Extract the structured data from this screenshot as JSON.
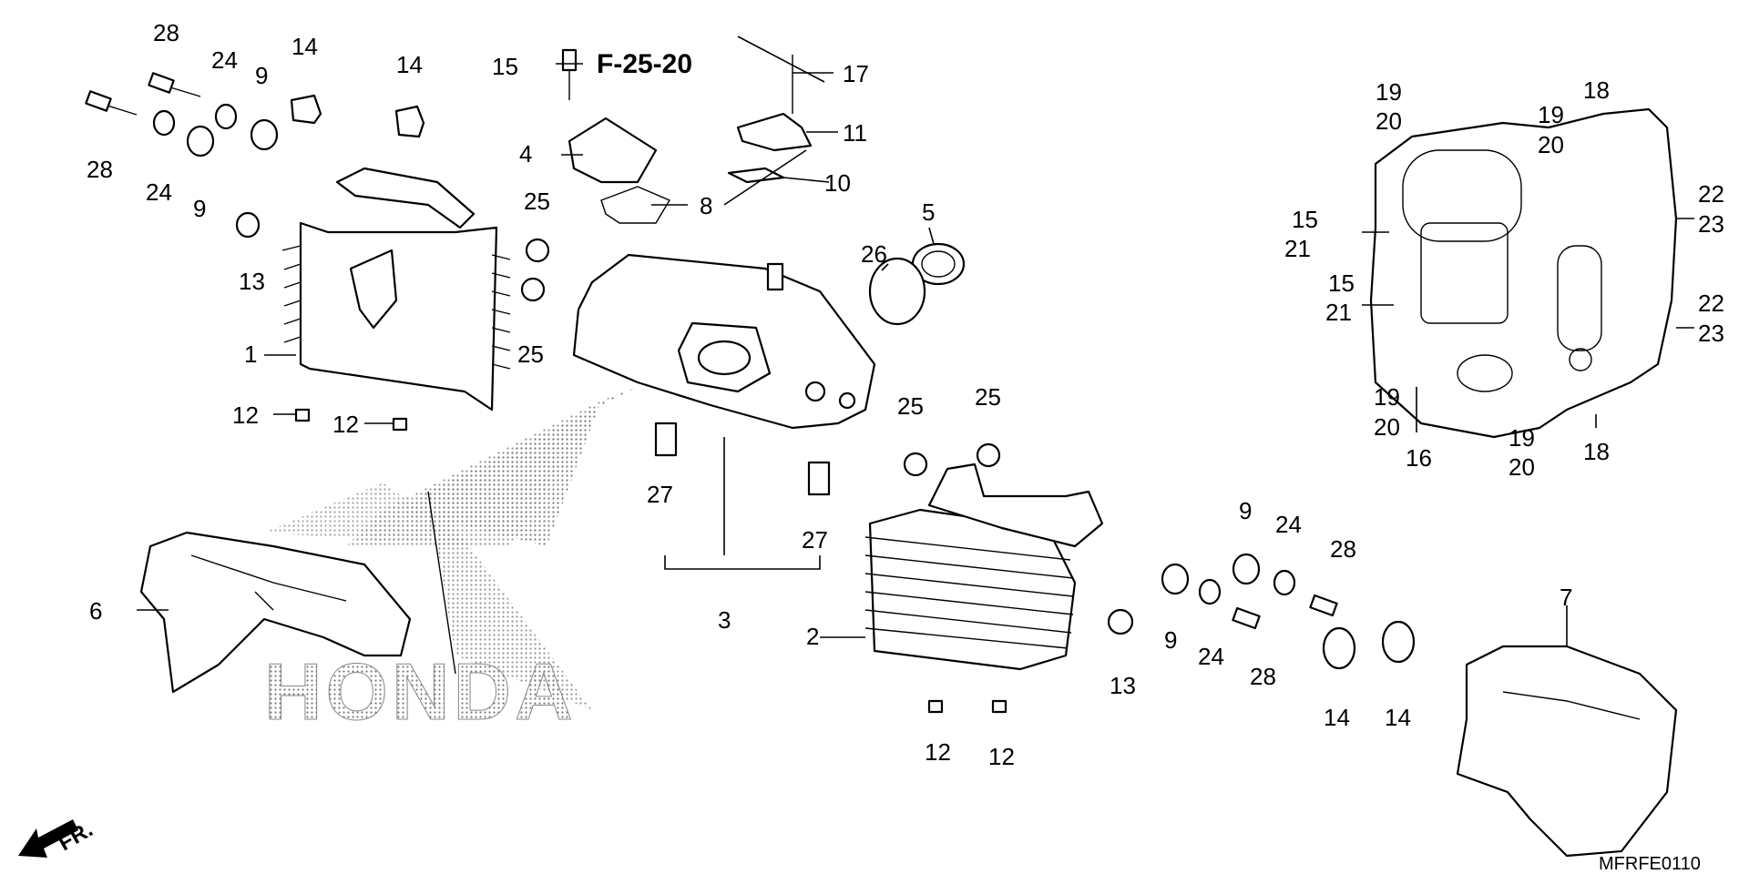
{
  "diagram": {
    "reference": "F-25-20",
    "drawing_code": "MFRFE0110",
    "direction_label": "FR.",
    "watermark": "HONDA",
    "callouts": {
      "c28a": "28",
      "c28b": "28",
      "c24a": "24",
      "c24b": "24",
      "c9a": "9",
      "c9b": "9",
      "c14a": "14",
      "c14b": "14",
      "c13a": "13",
      "c25a": "25",
      "c25b": "25",
      "c1": "1",
      "c12a": "12",
      "c12b": "12",
      "c15a": "15",
      "c4": "4",
      "c8": "8",
      "c17": "17",
      "c11": "11",
      "c10": "10",
      "c5": "5",
      "c26": "26",
      "c27a": "27",
      "c27b": "27",
      "c3": "3",
      "c6": "6",
      "c25c": "25",
      "c25d": "25",
      "c2": "2",
      "c9c": "9",
      "c24c": "24",
      "c28c": "28",
      "c9d": "9",
      "c24d": "24",
      "c28d": "28",
      "c13b": "13",
      "c14c": "14",
      "c14d": "14",
      "c12c": "12",
      "c12d": "12",
      "c7": "7",
      "r19a": "19",
      "r20a": "20",
      "r18a": "18",
      "r19b": "19",
      "r20b": "20",
      "r15a": "15",
      "r21a": "21",
      "r22a": "22",
      "r23a": "23",
      "r15b": "15",
      "r21b": "21",
      "r22b": "22",
      "r23b": "23",
      "r19c": "19",
      "r20c": "20",
      "r16": "16",
      "r19d": "19",
      "r20d": "20",
      "r18b": "18"
    }
  }
}
